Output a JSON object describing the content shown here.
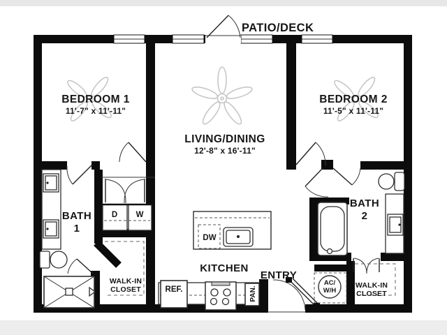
{
  "colors": {
    "wall": "#0c0c0c",
    "line": "#2e2e2e",
    "fan": "#c7c7c7",
    "dash": "#666666",
    "text": "#161616",
    "bg": "#ffffff"
  },
  "plan": {
    "patio": "PATIO/DECK",
    "bedroom1": {
      "name": "BEDROOM 1",
      "dims": "11'-7\" x 11'-11\""
    },
    "bedroom2": {
      "name": "BEDROOM 2",
      "dims": "11'-5\" x 11'-11\""
    },
    "living": {
      "name": "LIVING/DINING",
      "dims": "12'-8\" x 16'-11\""
    },
    "bath1": {
      "line1": "BATH",
      "line2": "1"
    },
    "bath2": {
      "line1": "BATH",
      "line2": "2"
    },
    "kitchen": "KITCHEN",
    "entry": "ENTRY",
    "closet_left": {
      "line1": "WALK-IN",
      "line2": "CLOSET"
    },
    "closet_right": {
      "line1": "WALK-IN",
      "line2": "CLOSET"
    },
    "laundry": {
      "dryer": "D",
      "washer": "W"
    },
    "kitchen_fixtures": {
      "dishwasher": "DW",
      "fridge": "REF.",
      "pantry": "PAN."
    },
    "utility": {
      "line1": "AC/",
      "line2": "W/H"
    }
  }
}
